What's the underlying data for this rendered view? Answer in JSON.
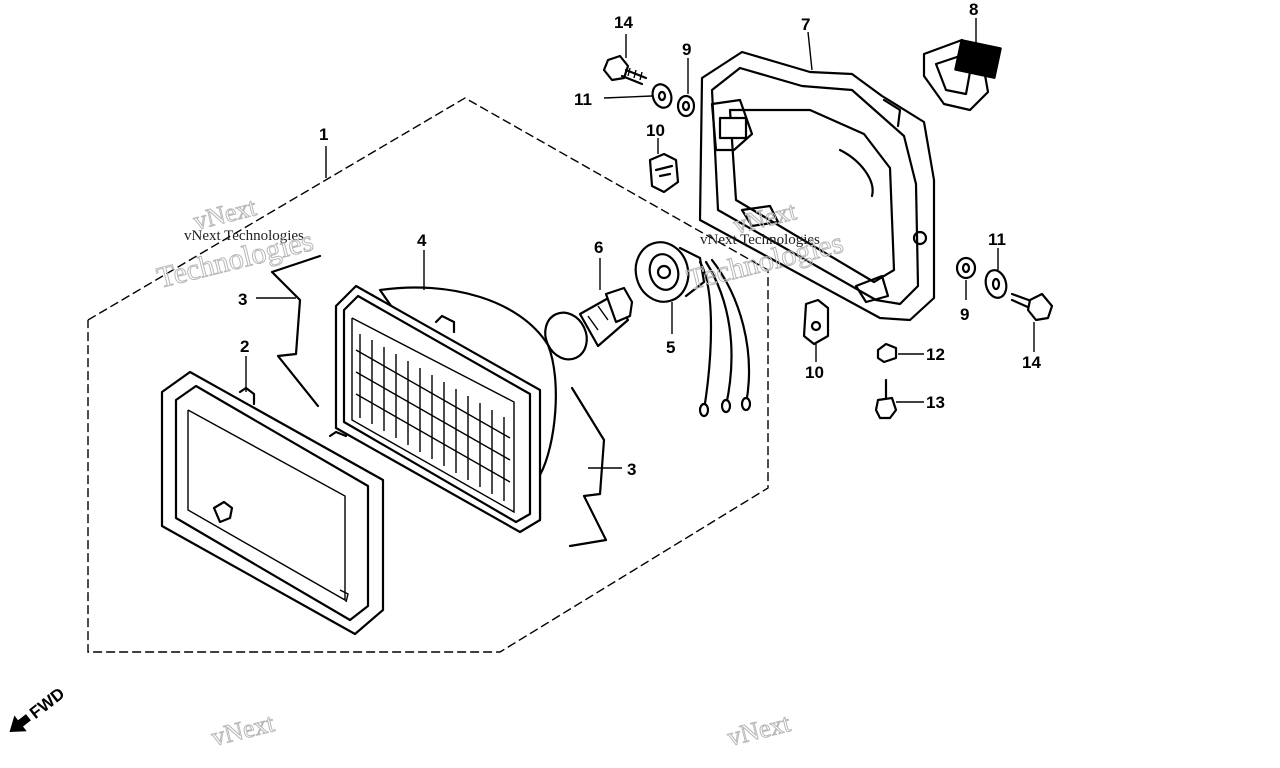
{
  "callouts": {
    "p1": "1",
    "p2": "2",
    "p3a": "3",
    "p3b": "3",
    "p4": "4",
    "p5": "5",
    "p6": "6",
    "p7": "7",
    "p8": "8",
    "p9a": "9",
    "p9b": "9",
    "p10a": "10",
    "p10b": "10",
    "p11a": "11",
    "p11b": "11",
    "p12": "12",
    "p13": "13",
    "p14a": "14",
    "p14b": "14"
  },
  "direction": {
    "label": "FWD"
  },
  "watermark": {
    "small": "vNext Technologies",
    "line1": "vNext",
    "line2": "Technologies"
  }
}
